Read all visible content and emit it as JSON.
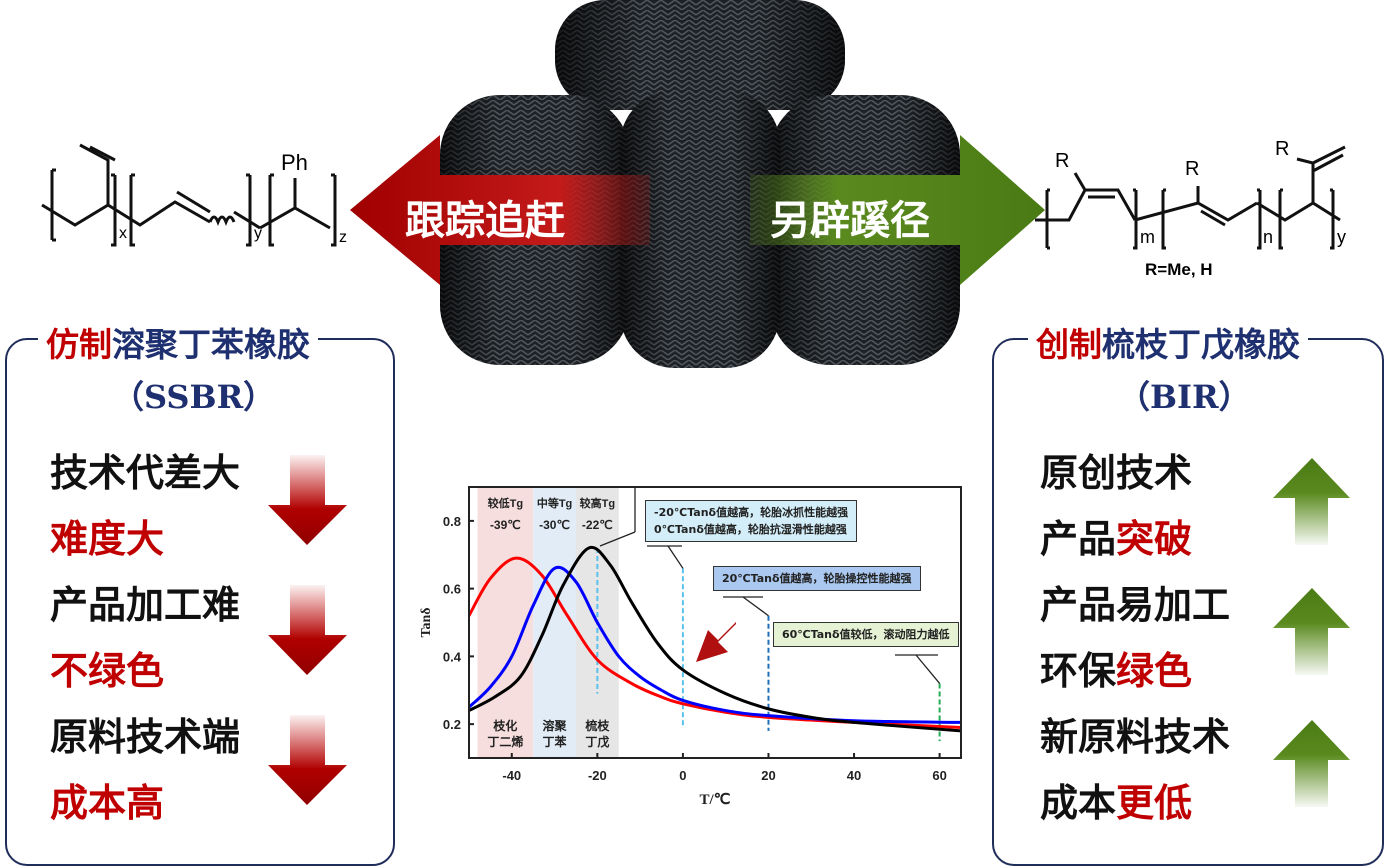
{
  "left_structure": {
    "label_ph": "Ph",
    "sub_x": "x",
    "sub_y": "y",
    "sub_z": "z"
  },
  "right_structure": {
    "label_r": "R",
    "sub_m": "m",
    "sub_n": "n",
    "sub_y": "y",
    "note": "R=Me, H"
  },
  "arrows": {
    "left_label": "跟踪追赶",
    "right_label": "另辟蹊径",
    "left_color": "#b00000",
    "right_color": "#5a8a1e"
  },
  "left_panel": {
    "title_highlight": "仿制",
    "title_rest": "溶聚丁苯橡胶",
    "abbr": "（SSBR）",
    "items": [
      {
        "text": "技术代差大",
        "highlight": ""
      },
      {
        "text": "",
        "highlight": "难度大"
      },
      {
        "text": "产品加工难",
        "highlight": ""
      },
      {
        "text": "",
        "highlight": "不绿色"
      },
      {
        "text": "原料技术端",
        "highlight": ""
      },
      {
        "text": "",
        "highlight": "成本高"
      }
    ]
  },
  "right_panel": {
    "title_highlight": "创制",
    "title_rest": "梳枝丁戊橡胶",
    "abbr": "（BIR）",
    "items": [
      {
        "text": "原创技术",
        "highlight": ""
      },
      {
        "text": "产品",
        "highlight": "突破"
      },
      {
        "text": "产品易加工",
        "highlight": ""
      },
      {
        "text": "环保",
        "highlight": "绿色"
      },
      {
        "text": "新原料技术",
        "highlight": ""
      },
      {
        "text": "成本",
        "highlight": "更低"
      }
    ]
  },
  "chart_data": {
    "type": "line",
    "xlabel": "T/℃",
    "ylabel": "Tanδ",
    "xlim": [
      -50,
      65
    ],
    "ylim": [
      0.1,
      0.9
    ],
    "xticks": [
      -40,
      -20,
      0,
      20,
      40,
      60
    ],
    "yticks": [
      0.2,
      0.4,
      0.6,
      0.8
    ],
    "bands": [
      {
        "from": -48,
        "to": -35,
        "color": "#f6dede",
        "top1": "较低Tg",
        "top2": "-39℃",
        "bot1": "枝化",
        "bot2": "丁二烯"
      },
      {
        "from": -35,
        "to": -25,
        "color": "#e1ecf7",
        "top1": "中等Tg",
        "top2": "-30℃",
        "bot1": "溶聚",
        "bot2": "丁苯"
      },
      {
        "from": -25,
        "to": -15,
        "color": "#e6e6e6",
        "top1": "较高Tg",
        "top2": "-22℃",
        "bot1": "梳枝",
        "bot2": "丁戊"
      }
    ],
    "series": [
      {
        "name": "枝化丁二烯",
        "color": "#ff0000",
        "x": [
          -50,
          -45,
          -39,
          -33,
          -27,
          -20,
          -12,
          -5,
          0,
          10,
          20,
          40,
          65
        ],
        "y": [
          0.52,
          0.63,
          0.69,
          0.64,
          0.52,
          0.39,
          0.32,
          0.28,
          0.26,
          0.235,
          0.22,
          0.205,
          0.19
        ]
      },
      {
        "name": "溶聚丁苯",
        "color": "#0000ff",
        "x": [
          -50,
          -45,
          -40,
          -35,
          -30,
          -25,
          -20,
          -15,
          -10,
          -5,
          0,
          10,
          20,
          40,
          65
        ],
        "y": [
          0.25,
          0.31,
          0.4,
          0.55,
          0.66,
          0.62,
          0.5,
          0.4,
          0.34,
          0.3,
          0.27,
          0.24,
          0.225,
          0.21,
          0.205
        ]
      },
      {
        "name": "梳枝丁戊",
        "color": "#000000",
        "x": [
          -50,
          -44,
          -38,
          -33,
          -28,
          -22,
          -17,
          -12,
          -6,
          0,
          10,
          20,
          30,
          40,
          65
        ],
        "y": [
          0.24,
          0.28,
          0.34,
          0.46,
          0.61,
          0.72,
          0.67,
          0.56,
          0.44,
          0.36,
          0.29,
          0.245,
          0.22,
          0.205,
          0.18
        ]
      }
    ],
    "markers": [
      {
        "x": -20,
        "color": "#5bc0eb",
        "ytop": 0.72,
        "ybot": 0.29
      },
      {
        "x": 0,
        "color": "#5bc0eb",
        "ytop": 0.66,
        "ybot": 0.19
      },
      {
        "x": 20,
        "color": "#1f6fc0",
        "ytop": 0.52,
        "ybot": 0.18
      },
      {
        "x": 60,
        "color": "#22aa55",
        "ytop": 0.32,
        "ybot": 0.15
      }
    ],
    "annotations": [
      {
        "lines": [
          "-20℃Tanδ值越高，轮胎冰抓性能越强",
          "0℃Tanδ值越高，轮胎抗湿滑性能越强"
        ],
        "bg": "#d3eef8"
      },
      {
        "lines": [
          "20℃Tanδ值越高，轮胎操控性能越强"
        ],
        "bg": "#aac8f0"
      },
      {
        "lines": [
          "60℃Tanδ值较低，滚动阻力越低"
        ],
        "bg": "#e5f2d3"
      }
    ]
  }
}
